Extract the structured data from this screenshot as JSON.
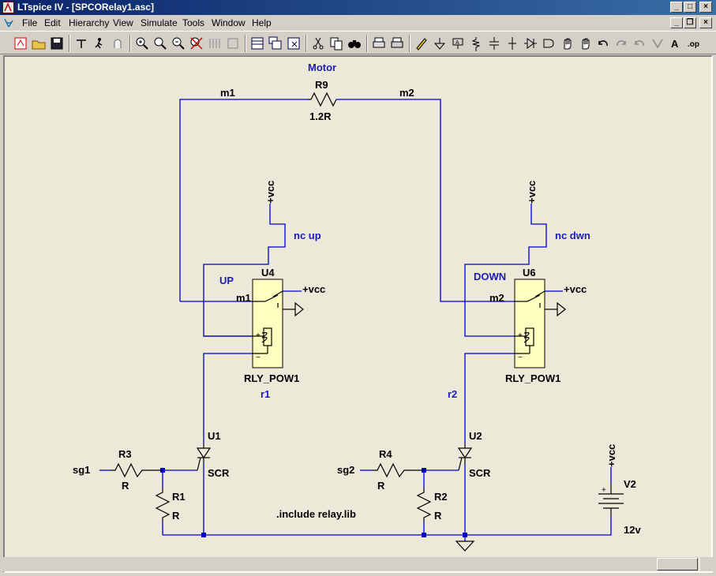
{
  "window": {
    "title": "LTspice IV - [SPCORelay1.asc]",
    "controls": {
      "minimize": "_",
      "maximize": "□",
      "close": "×"
    }
  },
  "menu": {
    "items": [
      {
        "label": "File"
      },
      {
        "label": "Edit"
      },
      {
        "label": "Hierarchy"
      },
      {
        "label": "View"
      },
      {
        "label": "Simulate"
      },
      {
        "label": "Tools"
      },
      {
        "label": "Window"
      },
      {
        "label": "Help"
      }
    ],
    "mdi_controls": {
      "minimize": "_",
      "restore": "❐",
      "close": "×"
    }
  },
  "toolbar": {
    "icons": [
      "new-schematic-icon",
      "open-icon",
      "save-icon",
      "control-panel-icon",
      "run-icon",
      "halt-icon",
      "zoom-in-icon",
      "zoom-pan-icon",
      "zoom-out-icon",
      "zoom-fit-icon",
      "autorange-icon",
      "zoom-grid-icon",
      "tile-vertical-icon",
      "cascade-icon",
      "close-windows-icon",
      "cut-icon",
      "copy-icon",
      "find-icon",
      "print-preview-icon",
      "print-icon",
      "draw-wire-icon",
      "ground-icon",
      "label-net-icon",
      "resistor-icon",
      "capacitor-icon",
      "inductor-icon",
      "diode-icon",
      "component-icon",
      "move-icon",
      "drag-icon",
      "undo-icon",
      "redo-icon",
      "rotate-icon",
      "mirror-icon",
      "text-icon",
      "spice-directive-icon"
    ]
  },
  "schematic": {
    "labels": {
      "motor": "Motor",
      "r9": "R9",
      "r9_value": "1.2R",
      "m1_top": "m1",
      "m2_top": "m2",
      "vcc_left_top": "+vcc",
      "vcc_right_top": "+vcc",
      "nc_up": "nc up",
      "nc_dwn": "nc dwn",
      "up": "UP",
      "down": "DOWN",
      "u4": "U4",
      "u6": "U6",
      "m1_relay": "m1",
      "m2_relay": "m2",
      "vcc_u4": "+vcc",
      "vcc_u6": "+vcc",
      "rly_left": "RLY_POW1",
      "rly_right": "RLY_POW1",
      "r1_net": "r1",
      "r2_net": "r2",
      "u1": "U1",
      "u2": "U2",
      "scr1": "SCR",
      "scr2": "SCR",
      "r3": "R3",
      "r3_value": "R",
      "r4": "R4",
      "r4_value": "R",
      "r1": "R1",
      "r1_value": "R",
      "r2": "R2",
      "r2_value": "R",
      "sg1": "sg1",
      "sg2": "sg2",
      "include": ".include relay.lib",
      "v2": "V2",
      "v2_value": "12v",
      "vcc_v2": "+vcc",
      "relay_plus": "+",
      "relay_minus": "−"
    }
  }
}
